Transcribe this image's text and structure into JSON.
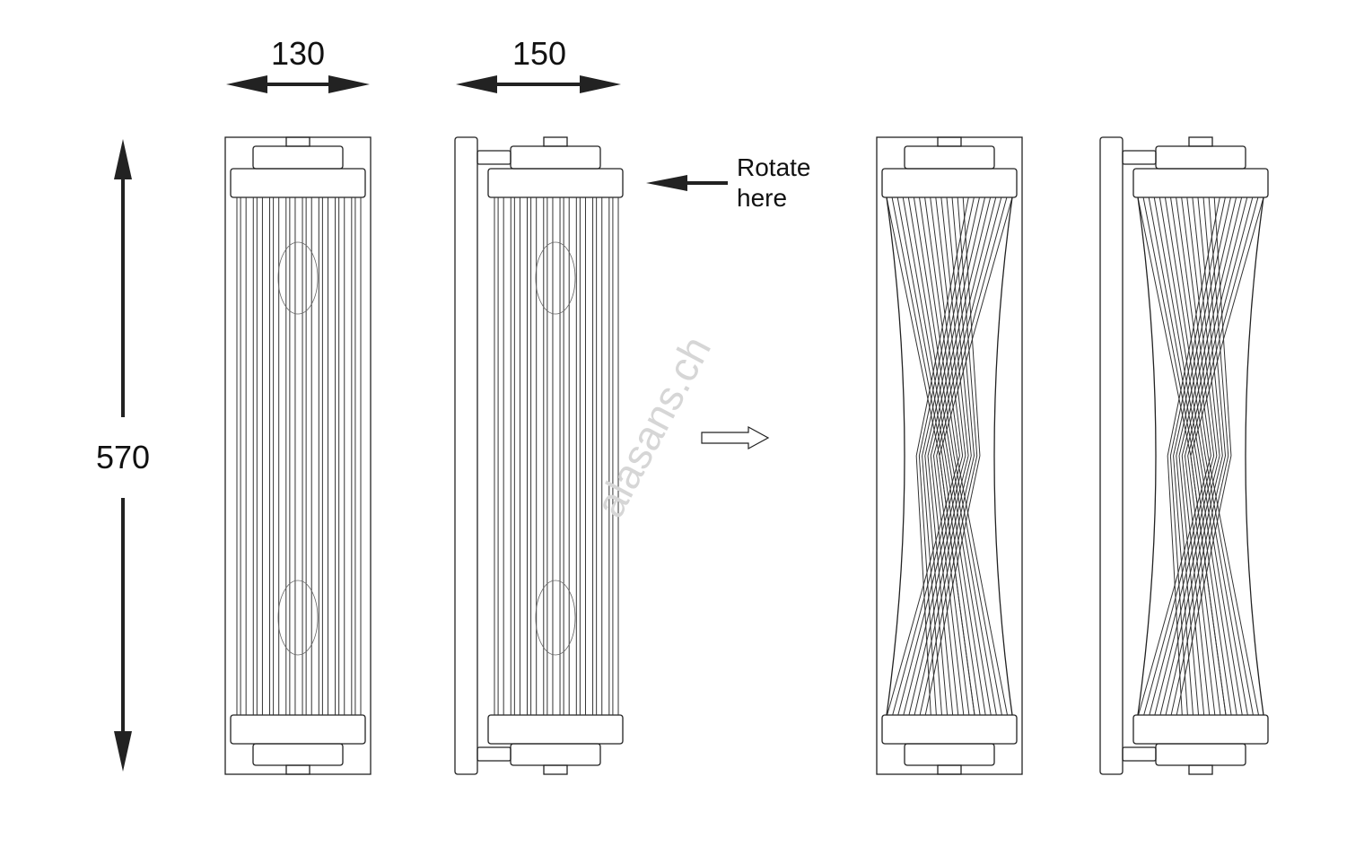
{
  "dimensions": {
    "width_front": "130",
    "width_side": "150",
    "height": "570"
  },
  "annotation": {
    "line1": "Rotate",
    "line2": "here"
  },
  "watermark": "alasans.ch",
  "colors": {
    "line": "#222222",
    "watermark": "#d6d6d6"
  }
}
